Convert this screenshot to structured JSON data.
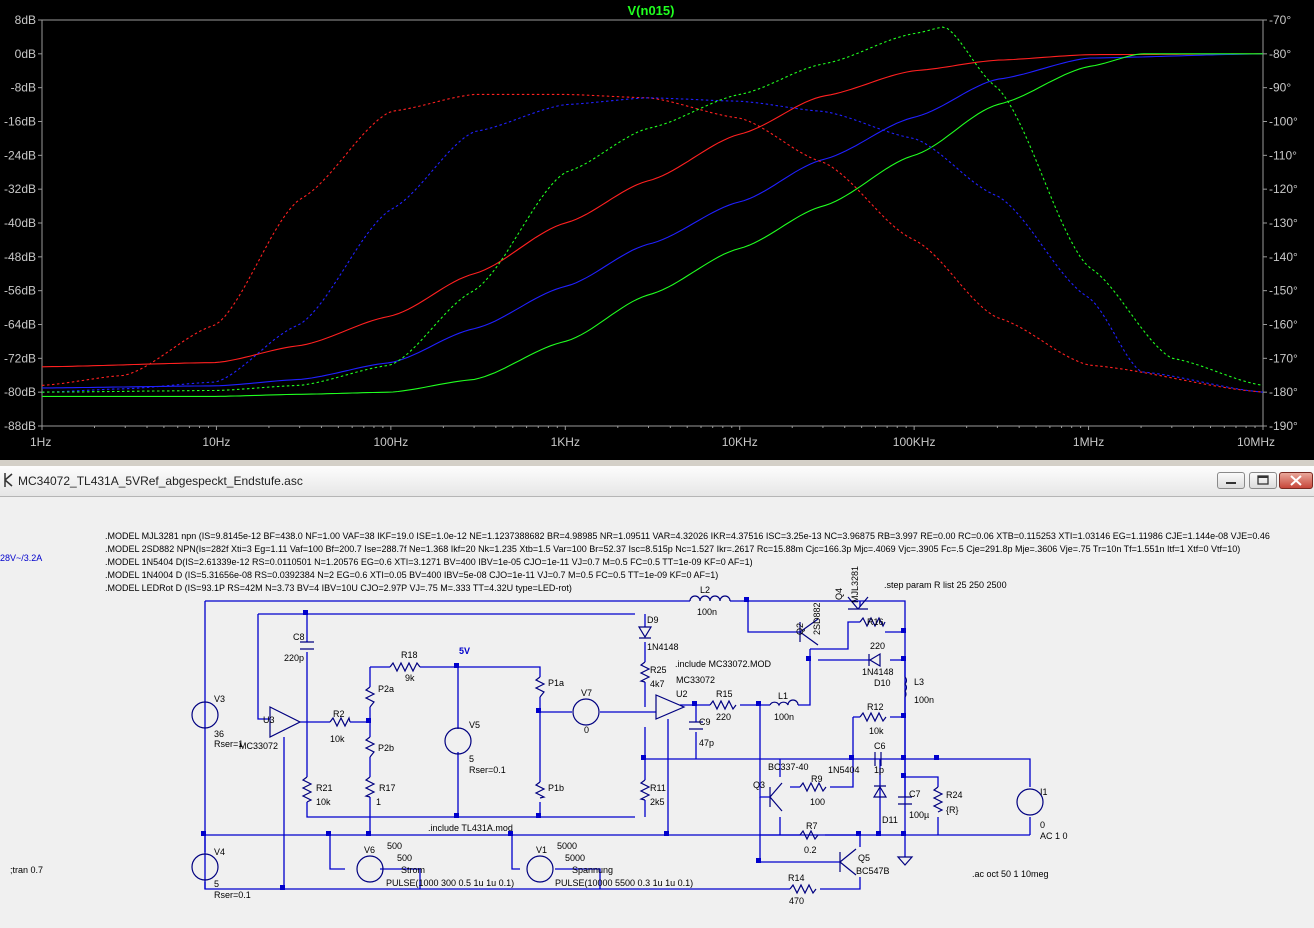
{
  "plot": {
    "trace_title": "V(n015)",
    "title_color": "#20ff20",
    "chart_data": {
      "type": "line",
      "title": "V(n015)",
      "x_scale": "log",
      "xlim": [
        1,
        10000000
      ],
      "x_ticks": [
        "1Hz",
        "10Hz",
        "100Hz",
        "1KHz",
        "10KHz",
        "100KHz",
        "1MHz",
        "10MHz"
      ],
      "y_left_ticks": [
        "8dB",
        "0dB",
        "-8dB",
        "-16dB",
        "-24dB",
        "-32dB",
        "-40dB",
        "-48dB",
        "-56dB",
        "-64dB",
        "-72dB",
        "-80dB",
        "-88dB"
      ],
      "y_left_lim": [
        -88,
        8
      ],
      "y_right_ticks": [
        "-70°",
        "-80°",
        "-90°",
        "-100°",
        "-110°",
        "-120°",
        "-130°",
        "-140°",
        "-150°",
        "-160°",
        "-170°",
        "-180°",
        "-190°"
      ],
      "y_right_lim": [
        -190,
        -70
      ],
      "grid": false,
      "series": [
        {
          "kind": "magnitude",
          "color": "#ff2020",
          "style": "solid",
          "x": [
            1,
            10,
            30,
            100,
            300,
            1000,
            3000,
            10000,
            30000,
            100000,
            300000,
            1000000,
            10000000
          ],
          "y": [
            -74,
            -73,
            -69,
            -62,
            -52,
            -40,
            -30,
            -19,
            -10,
            -4,
            -1.5,
            -0.2,
            0
          ]
        },
        {
          "kind": "magnitude",
          "color": "#2020ff",
          "style": "solid",
          "x": [
            1,
            10,
            30,
            100,
            300,
            1000,
            3000,
            10000,
            30000,
            100000,
            300000,
            1000000,
            10000000
          ],
          "y": [
            -79,
            -78.5,
            -77,
            -73,
            -65,
            -55,
            -45,
            -35,
            -25,
            -15,
            -6,
            -1,
            0
          ]
        },
        {
          "kind": "magnitude",
          "color": "#20ff20",
          "style": "solid",
          "x": [
            1,
            10,
            30,
            100,
            300,
            1000,
            3000,
            10000,
            30000,
            100000,
            300000,
            1000000,
            2000000,
            10000000
          ],
          "y": [
            -81,
            -81,
            -80.5,
            -80,
            -77,
            -68,
            -57,
            -46,
            -36,
            -24,
            -12,
            -3,
            0,
            0
          ]
        },
        {
          "kind": "phase",
          "color": "#ff2020",
          "style": "dashed",
          "x": [
            1,
            3,
            10,
            30,
            100,
            300,
            1000,
            3000,
            10000,
            30000,
            100000,
            300000,
            1000000,
            10000000
          ],
          "y": [
            -178,
            -175,
            -160,
            -123,
            -97,
            -92,
            -92,
            -93,
            -99,
            -112,
            -135,
            -158,
            -172,
            -180
          ]
        },
        {
          "kind": "phase",
          "color": "#2020ff",
          "style": "dashed",
          "x": [
            1,
            3,
            10,
            30,
            100,
            300,
            1000,
            3000,
            10000,
            30000,
            100000,
            300000,
            1000000,
            2000000,
            10000000
          ],
          "y": [
            -180,
            -179,
            -177,
            -160,
            -126,
            -103,
            -95,
            -93,
            -94,
            -97,
            -105,
            -122,
            -152,
            -174,
            -180
          ]
        },
        {
          "kind": "phase",
          "color": "#20ff20",
          "style": "dashed",
          "x": [
            1,
            10,
            30,
            100,
            300,
            1000,
            3000,
            10000,
            30000,
            100000,
            150000,
            300000,
            1000000,
            3000000,
            10000000
          ],
          "y": [
            -180,
            -179.5,
            -178,
            -172,
            -150,
            -115,
            -102,
            -92,
            -83,
            -74,
            -72,
            -90,
            -143,
            -170,
            -178
          ]
        }
      ]
    }
  },
  "schematic": {
    "window_title": "MC34072_TL431A_5VRef_abgespeckt_Endstufe.asc",
    "model_lines": [
      ".MODEL MJL3281 npn (IS=9.8145e-12 BF=438.0 NF=1.00 VAF=38 IKF=19.0 ISE=1.0e-12 NE=1.1237388682 BR=4.98985 NR=1.09511 VAR=4.32026 IKR=4.37516 ISC=3.25e-13 NC=3.96875 RB=3.997 RE=0.00 RC=0.06 XTB=0.115253 XTI=1.03146 EG=1.11986 CJE=1.144e-08 VJE=0.46",
      ".MODEL 2SD882 NPN(Is=282f Xti=3 Eg=1.11 Vaf=100 Bf=200.7 Ise=288.7f Ne=1.368 Ikf=20 Nk=1.235 Xtb=1.5 Var=100 Br=52.37 Isc=8.515p Nc=1.527 Ikr=.2617 Rc=15.88m Cjc=166.3p Mjc=.4069 Vjc=.3905 Fc=.5 Cje=291.8p Mje=.3606 Vje=.75 Tr=10n Tf=1.551n Itf=1 Xtf=0 Vtf=10)",
      ".MODEL 1N5404 D(IS=2.61339e-12 RS=0.0110501 N=1.20576 EG=0.6 XTI=3.1271 BV=400 IBV=1e-05 CJO=1e-11 VJ=0.7 M=0.5 FC=0.5 TT=1e-09 KF=0 AF=1)",
      ".MODEL 1N4004 D (IS=5.31656e-08 RS=0.0392384 N=2 EG=0.6 XTI=0.05 BV=400 IBV=5e-08 CJO=1e-11 VJ=0.7 M=0.5 FC=0.5 TT=1e-09 KF=0 AF=1)",
      ".MODEL LEDRot D (IS=93.1P RS=42M N=3.73 BV=4 IBV=10U CJO=2.97P VJ=.75 M=.333 TT=4.32U type=LED-rot)"
    ],
    "left_note": "28V~/3.2A",
    "tran_directive": ";tran 0.7",
    "step_directive": ".step param R list 25 250 2500",
    "ac_directive": ".ac oct 50 1 10meg",
    "include_mc": ".include MC33072.MOD",
    "include_tl": ".include TL431A.mod",
    "net_5v": "5V",
    "labels": {
      "V3": "V3",
      "V3_val": "36",
      "V3_rser": "Rser=1",
      "V4": "V4",
      "V4_val": "5",
      "V4_rser": "Rser=0.1",
      "V5": "V5",
      "V5_val": "5",
      "V5_rser": "Rser=0.1",
      "V6": "V6",
      "V6_a": "500",
      "V6_b": "500",
      "V6_c": "Strom",
      "V6_pulse": "PULSE(1000 300 0.5 1u 1u 0.1)",
      "V1": "V1",
      "V1_a": "5000",
      "V1_b": "5000",
      "V1_c": "Spannung",
      "V1_pulse": "PULSE(10000 5500 0.3 1u 1u 0.1)",
      "V7": "V7",
      "V7_val": "0",
      "I1": "I1",
      "I1_val": "0",
      "I1_ac": "AC 1 0",
      "U3": "U3",
      "U3_model": "MC33072",
      "U2": "U2",
      "U2_model": "MC33072",
      "C8": "C8",
      "C8_val": "220p",
      "R2": "R2",
      "R2_val": "10k",
      "R18": "R18",
      "R18_val": "9k",
      "P2a": "P2a",
      "P2b": "P2b",
      "R17": "R17",
      "R17_val": "1",
      "R21": "R21",
      "R21_val": "10k",
      "P1a": "P1a",
      "P1b": "P1b",
      "D9": "D9",
      "D9_model": "1N4148",
      "R25": "R25",
      "R25_val": "4k7",
      "R11": "R11",
      "R11_val": "2k5",
      "C9": "C9",
      "C9_val": "47p",
      "R15": "R15",
      "R15_val": "220",
      "L1": "L1",
      "L1_val": "100n",
      "L2": "L2",
      "L2_val": "100n",
      "L3": "L3",
      "L3_val": "100n",
      "Q2": "Q2",
      "Q2_model": "2SD882",
      "Q4": "Q4",
      "Q4_model": "MJL3281",
      "R16": "R16",
      "R16_val": "220",
      "D10": "D10",
      "D10_model": "1N4148",
      "R12": "R12",
      "R12_val": "10k",
      "C6": "C6",
      "C6_val": "1p",
      "D_1N5404": "1N5404",
      "Q3": "Q3",
      "Q3_model": "BC337-40",
      "R9": "R9",
      "R9_val": "100",
      "R7": "R7",
      "R7_val": "0.2",
      "Q5": "Q5",
      "Q5_model": "BC547B",
      "R14": "R14",
      "R14_val": "470",
      "D11": "D11",
      "C7": "C7",
      "C7_val": "100µ",
      "R24": "R24",
      "R24_val": "{R}"
    }
  }
}
